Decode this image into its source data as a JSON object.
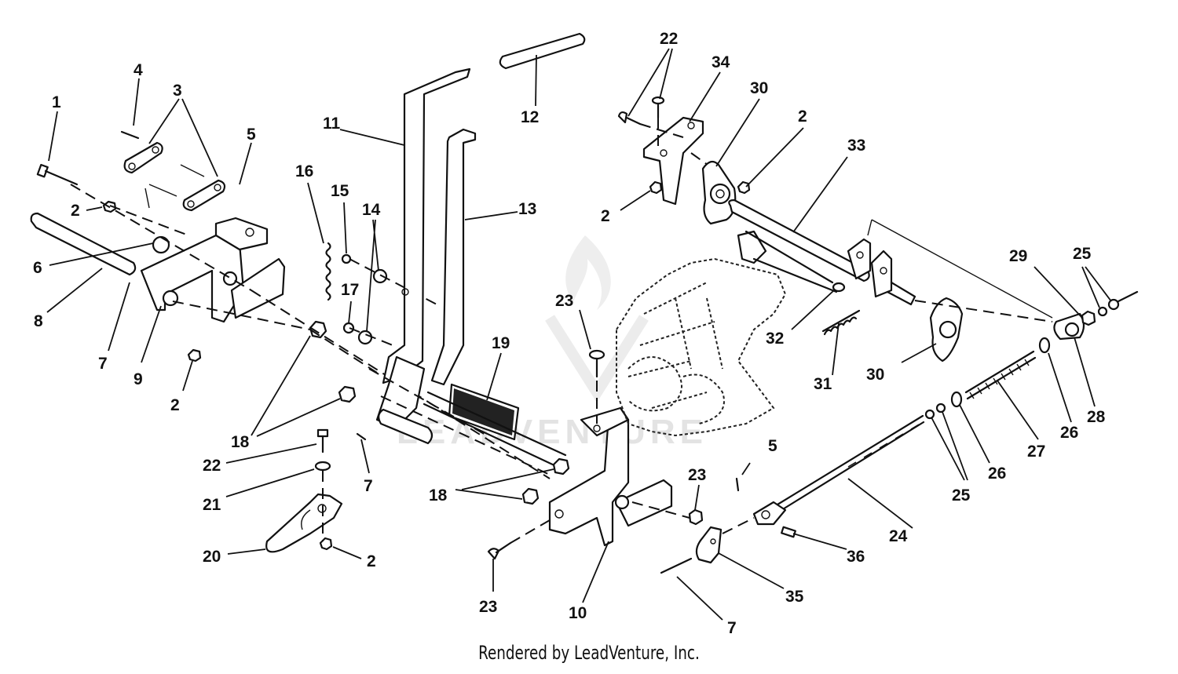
{
  "watermark_text": "LEADVENTURE",
  "footer_text": "Rendered by LeadVenture, Inc.",
  "callouts": [
    {
      "id": "c1",
      "label": "1"
    },
    {
      "id": "c2a",
      "label": "2"
    },
    {
      "id": "c2b",
      "label": "2"
    },
    {
      "id": "c2c",
      "label": "2"
    },
    {
      "id": "c2d",
      "label": "2"
    },
    {
      "id": "c2e",
      "label": "2"
    },
    {
      "id": "c3",
      "label": "3"
    },
    {
      "id": "c4",
      "label": "4"
    },
    {
      "id": "c5a",
      "label": "5"
    },
    {
      "id": "c5b",
      "label": "5"
    },
    {
      "id": "c6",
      "label": "6"
    },
    {
      "id": "c7a",
      "label": "7"
    },
    {
      "id": "c7b",
      "label": "7"
    },
    {
      "id": "c7c",
      "label": "7"
    },
    {
      "id": "c8",
      "label": "8"
    },
    {
      "id": "c9",
      "label": "9"
    },
    {
      "id": "c10",
      "label": "10"
    },
    {
      "id": "c11",
      "label": "11"
    },
    {
      "id": "c12",
      "label": "12"
    },
    {
      "id": "c13",
      "label": "13"
    },
    {
      "id": "c14",
      "label": "14"
    },
    {
      "id": "c15",
      "label": "15"
    },
    {
      "id": "c16",
      "label": "16"
    },
    {
      "id": "c17",
      "label": "17"
    },
    {
      "id": "c18a",
      "label": "18"
    },
    {
      "id": "c18b",
      "label": "18"
    },
    {
      "id": "c19",
      "label": "19"
    },
    {
      "id": "c20",
      "label": "20"
    },
    {
      "id": "c21",
      "label": "21"
    },
    {
      "id": "c22a",
      "label": "22"
    },
    {
      "id": "c22b",
      "label": "22"
    },
    {
      "id": "c23a",
      "label": "23"
    },
    {
      "id": "c23b",
      "label": "23"
    },
    {
      "id": "c23c",
      "label": "23"
    },
    {
      "id": "c24",
      "label": "24"
    },
    {
      "id": "c25a",
      "label": "25"
    },
    {
      "id": "c25b",
      "label": "25"
    },
    {
      "id": "c26a",
      "label": "26"
    },
    {
      "id": "c26b",
      "label": "26"
    },
    {
      "id": "c27",
      "label": "27"
    },
    {
      "id": "c28",
      "label": "28"
    },
    {
      "id": "c29",
      "label": "29"
    },
    {
      "id": "c30a",
      "label": "30"
    },
    {
      "id": "c30b",
      "label": "30"
    },
    {
      "id": "c31",
      "label": "31"
    },
    {
      "id": "c32",
      "label": "32"
    },
    {
      "id": "c33",
      "label": "33"
    },
    {
      "id": "c34",
      "label": "34"
    },
    {
      "id": "c35",
      "label": "35"
    },
    {
      "id": "c36",
      "label": "36"
    }
  ]
}
